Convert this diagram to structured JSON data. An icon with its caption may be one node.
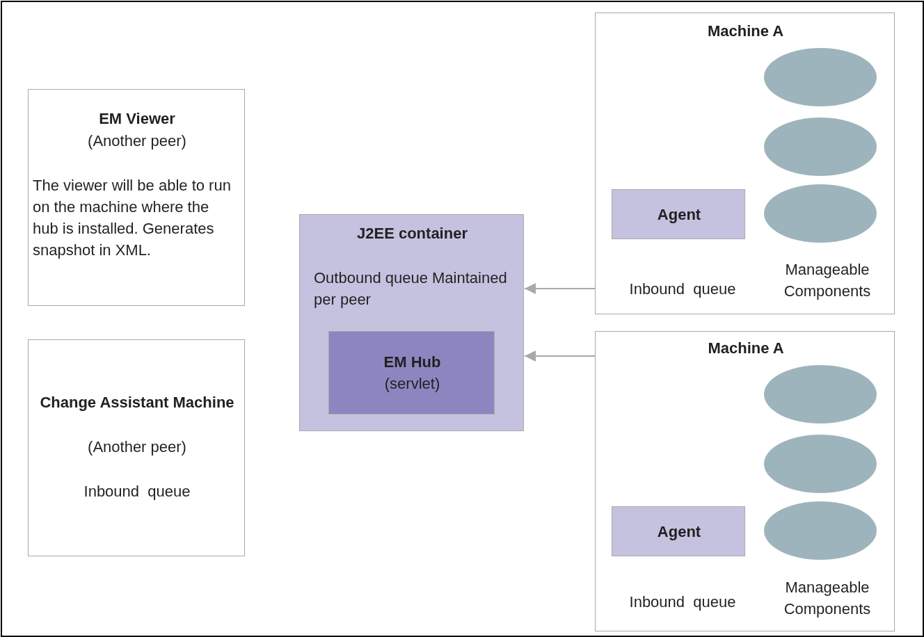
{
  "diagram": {
    "nodes": [
      {
        "text": [
          "EM Viewer",
          "(Another peer)",
          "The viewer will be able to run on the machine where the hub is installed. Generates snapshot in XML."
        ]
      },
      {
        "text": [
          "Change Assistant Machine",
          "(Another peer)",
          "Inbound  queue"
        ]
      },
      {
        "text": [
          "J2EE container",
          "Outbound queue Maintained per peer"
        ]
      },
      {
        "text": [
          "EM Hub",
          "(servlet)"
        ],
        "in": 2
      },
      {
        "text": [
          "Machine A",
          "Inbound  queue",
          "Manageable Components"
        ]
      },
      {
        "text": [
          "Agent"
        ],
        "in": 4
      },
      {
        "text": [],
        "shape": "ellipse",
        "in": 4
      },
      {
        "text": [],
        "shape": "ellipse",
        "in": 4
      },
      {
        "text": [],
        "shape": "ellipse",
        "in": 4
      },
      {
        "text": [
          "Machine A",
          "Inbound  queue",
          "Manageable Components"
        ]
      },
      {
        "text": [
          "Agent"
        ],
        "in": 9
      },
      {
        "text": [],
        "shape": "ellipse",
        "in": 9
      },
      {
        "text": [],
        "shape": "ellipse",
        "in": 9
      },
      {
        "text": [],
        "shape": "ellipse",
        "in": 9
      }
    ],
    "edges": [
      {
        "from": 4,
        "to": 2,
        "arrow": "to"
      },
      {
        "from": 9,
        "to": 2,
        "arrow": "to"
      }
    ]
  }
}
